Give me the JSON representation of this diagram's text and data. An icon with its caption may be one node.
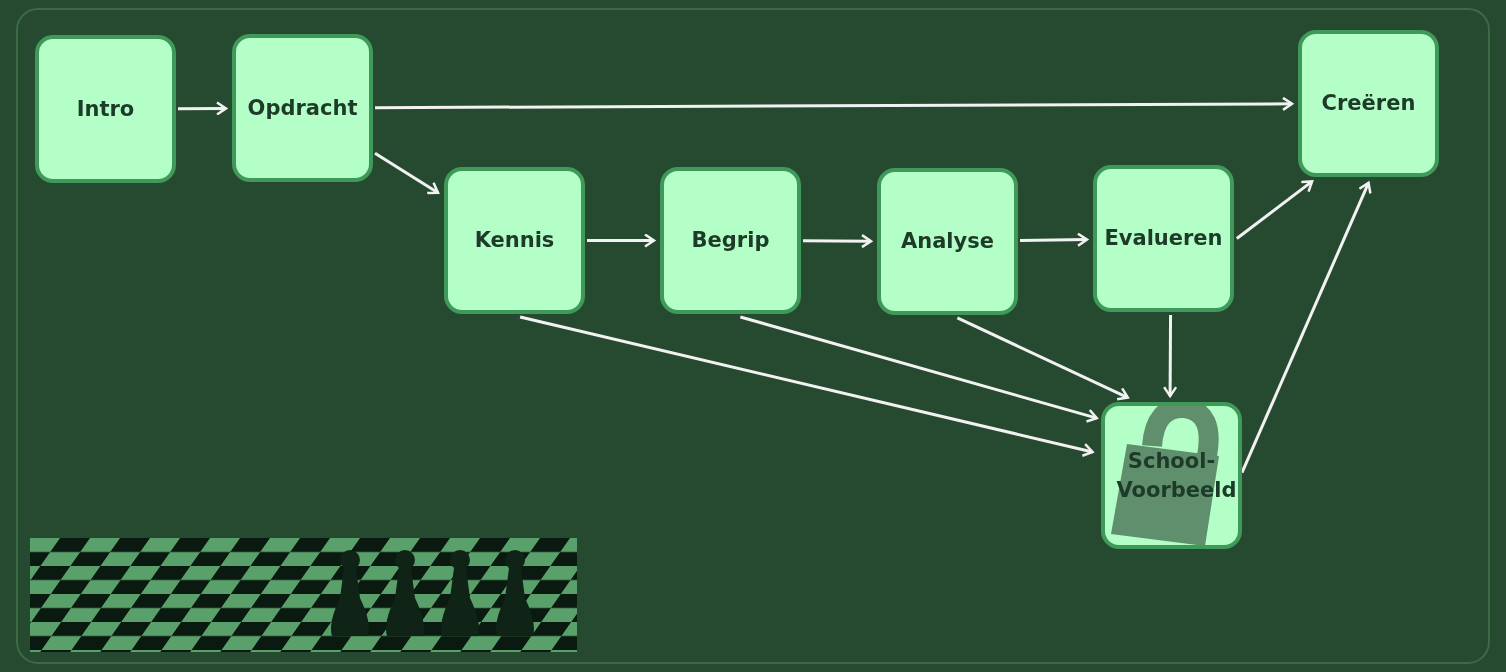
{
  "diagram": {
    "nodes": [
      {
        "text": [
          "Intro"
        ]
      },
      {
        "text": [
          "Opdracht"
        ]
      },
      {
        "text": [
          "Creëren"
        ]
      },
      {
        "text": [
          "Kennis"
        ]
      },
      {
        "text": [
          "Begrip"
        ]
      },
      {
        "text": [
          "Analyse"
        ]
      },
      {
        "text": [
          "Evalueren"
        ]
      },
      {
        "text": [
          "School- Voorbeeld"
        ]
      }
    ],
    "edges": [
      {
        "from": 0,
        "to": 1,
        "arrow": "to"
      },
      {
        "from": 1,
        "to": 2,
        "arrow": "to"
      },
      {
        "from": 1,
        "to": 3,
        "arrow": "to"
      },
      {
        "from": 3,
        "to": 4,
        "arrow": "to"
      },
      {
        "from": 4,
        "to": 5,
        "arrow": "to"
      },
      {
        "from": 5,
        "to": 6,
        "arrow": "to"
      },
      {
        "from": 6,
        "to": 2,
        "arrow": "to"
      },
      {
        "from": 6,
        "to": 7,
        "arrow": "to"
      },
      {
        "from": 3,
        "to": 7,
        "arrow": "to"
      },
      {
        "from": 4,
        "to": 7,
        "arrow": "to"
      },
      {
        "from": 5,
        "to": 7,
        "arrow": "to"
      },
      {
        "from": 7,
        "to": 2,
        "arrow": "to"
      }
    ]
  }
}
